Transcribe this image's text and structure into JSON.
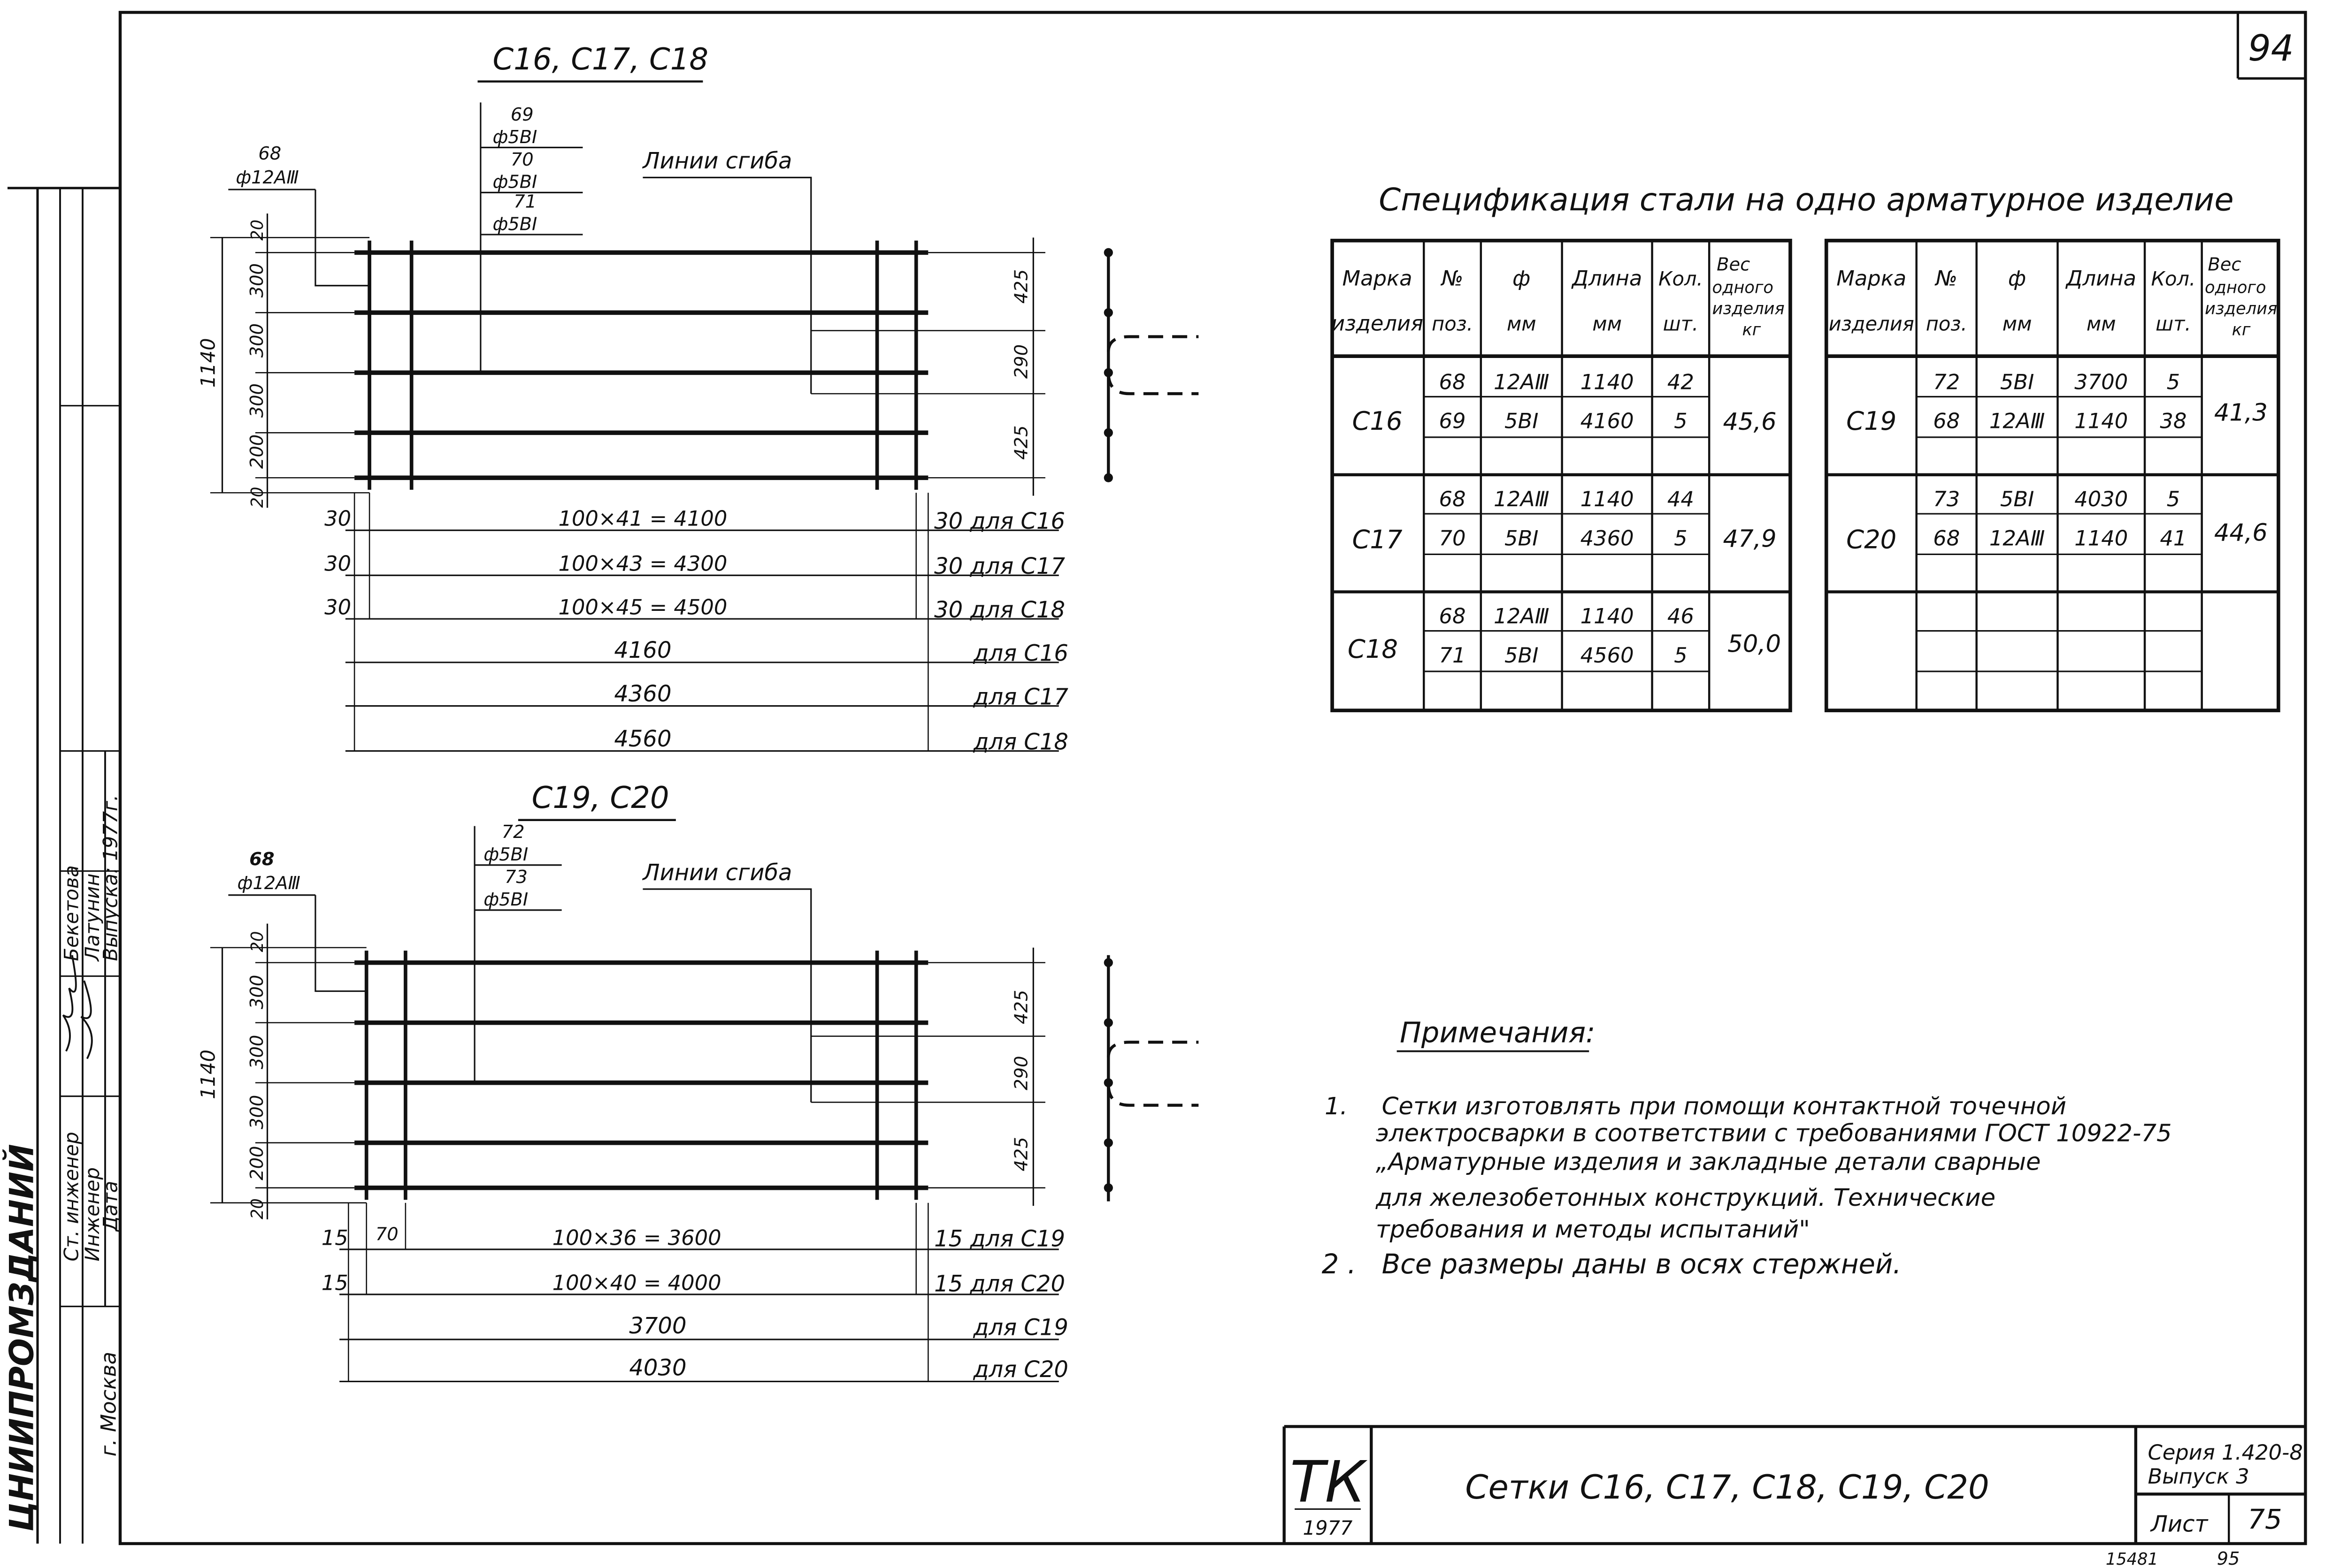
{
  "sheet_no": "94",
  "footer_no_left": "15481",
  "footer_no_right": "95",
  "grid1": {
    "title": "С16, С17, С18",
    "bend_label": "Линии сгиба",
    "callout_long": {
      "pos": "68",
      "dia": "ф12АⅢ"
    },
    "callouts_short": [
      {
        "pos": "69",
        "dia": "ф5ВⅠ"
      },
      {
        "pos": "70",
        "dia": "ф5ВⅠ"
      },
      {
        "pos": "71",
        "dia": "ф5ВⅠ"
      }
    ],
    "height_total": "1140",
    "left_dims": [
      "20",
      "300",
      "300",
      "300",
      "200",
      "20"
    ],
    "right_dims": [
      "425",
      "290",
      "425"
    ],
    "bottom_dims": [
      {
        "left": "30",
        "main": "100×41 = 4100",
        "right": "30 для С16"
      },
      {
        "left": "30",
        "main": "100×43 = 4300",
        "right": "30 для С17"
      },
      {
        "left": "30",
        "main": "100×45 = 4500",
        "right": "30 для С18"
      },
      {
        "left": "",
        "main": "4160",
        "right": "для С16"
      },
      {
        "left": "",
        "main": "4360",
        "right": "для С17"
      },
      {
        "left": "",
        "main": "4560",
        "right": "для С18"
      }
    ]
  },
  "grid2": {
    "title": "С19, С20",
    "bend_label": "Линии сгиба",
    "callout_long": {
      "pos": "68",
      "dia": "ф12АⅢ"
    },
    "callouts_short": [
      {
        "pos": "72",
        "dia": "ф5ВⅠ"
      },
      {
        "pos": "73",
        "dia": "ф5ВⅠ"
      }
    ],
    "height_total": "1140",
    "left_dims": [
      "20",
      "300",
      "300",
      "300",
      "200",
      "20"
    ],
    "right_dims": [
      "425",
      "290",
      "425"
    ],
    "offset_label": "70",
    "bottom_dims": [
      {
        "left": "15",
        "main": "100×36 = 3600",
        "right": "15 для С19"
      },
      {
        "left": "15",
        "main": "100×40 = 4000",
        "right": "15 для С20"
      },
      {
        "left": "",
        "main": "3700",
        "right": "для С19"
      },
      {
        "left": "",
        "main": "4030",
        "right": "для С20"
      }
    ]
  },
  "spec": {
    "title": "Спецификация стали на одно арматурное изделие",
    "headers": {
      "mark": [
        "Марка",
        "изделия"
      ],
      "pos": [
        "№",
        "поз."
      ],
      "dia": [
        "ф",
        "мм"
      ],
      "len": [
        "Длина",
        "мм"
      ],
      "qty": [
        "Кол.",
        "шт."
      ],
      "wt": [
        "Вес",
        "одного",
        "изделия",
        "кг"
      ]
    },
    "left_table": [
      {
        "mark": "С16",
        "rows": [
          [
            "68",
            "12АⅢ",
            "1140",
            "42"
          ],
          [
            "69",
            "5ВⅠ",
            "4160",
            "5"
          ]
        ],
        "weight": "45,6"
      },
      {
        "mark": "С17",
        "rows": [
          [
            "68",
            "12АⅢ",
            "1140",
            "44"
          ],
          [
            "70",
            "5ВⅠ",
            "4360",
            "5"
          ]
        ],
        "weight": "47,9"
      },
      {
        "mark": "С18",
        "rows": [
          [
            "68",
            "12АⅢ",
            "1140",
            "46"
          ],
          [
            "71",
            "5ВⅠ",
            "4560",
            "5"
          ]
        ],
        "weight": "50,0"
      }
    ],
    "right_table": [
      {
        "mark": "С19",
        "rows": [
          [
            "72",
            "5ВⅠ",
            "3700",
            "5"
          ],
          [
            "68",
            "12АⅢ",
            "1140",
            "38"
          ]
        ],
        "weight": "41,3"
      },
      {
        "mark": "С20",
        "rows": [
          [
            "73",
            "5ВⅠ",
            "4030",
            "5"
          ],
          [
            "68",
            "12АⅢ",
            "1140",
            "41"
          ]
        ],
        "weight": "44,6"
      },
      {
        "mark": "",
        "rows": [
          [
            "",
            "",
            "",
            ""
          ],
          [
            "",
            "",
            "",
            ""
          ]
        ],
        "weight": ""
      }
    ]
  },
  "notes": {
    "title": "Примечания:",
    "items": [
      {
        "num": "1.",
        "lines": [
          "Сетки  изготовлять  при  помощи  контактной  точечной",
          "электросварки  в соответствии  с требованиями ГОСТ 10922-75",
          "„Арматурные  изделия  и закладные  детали  сварные",
          "для  железобетонных  конструкций.  Технические",
          "требования  и  методы  испытаний\""
        ]
      },
      {
        "num": "2 .",
        "lines": [
          "Все  размеры  даны  в осях  стержней."
        ]
      }
    ]
  },
  "title_block": {
    "logo": "ТК",
    "year": "1977",
    "name": "Сетки  С16, С17, С18, С19, С20",
    "series": "Серия 1.420-8",
    "issue": "Выпуск 3",
    "sheet_label": "Лист",
    "sheet_value": "75"
  },
  "side_stamp": {
    "org": "ЦНИИПРОМЗДАНИЙ",
    "city": "г. Москва",
    "rows": [
      {
        "role": "Ст. инженер",
        "name": "Бекетова"
      },
      {
        "role": "Инженер",
        "name": "Латунин"
      },
      {
        "role": "Дата",
        "name": "Выпуска:  1977г."
      }
    ]
  }
}
